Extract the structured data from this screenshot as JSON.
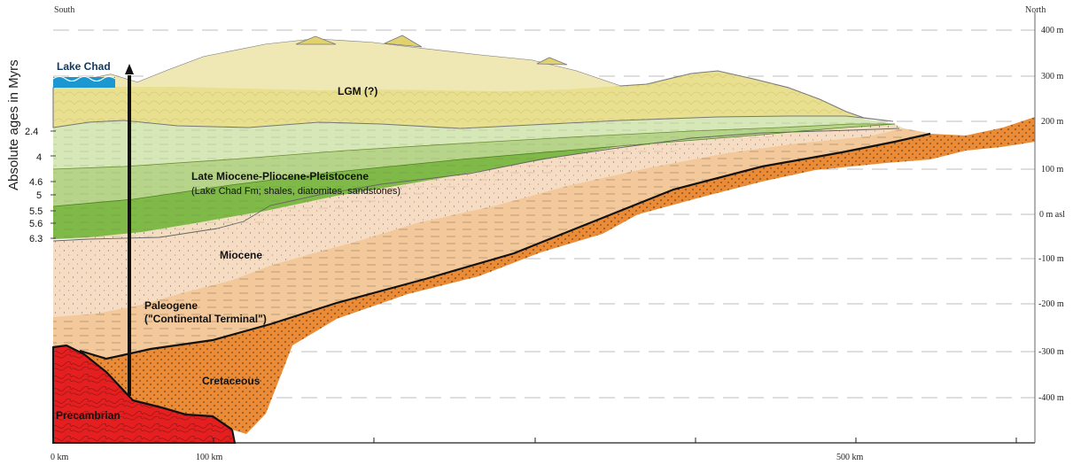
{
  "header": {
    "left_label": "South",
    "right_label": "North"
  },
  "y_axis_title": "Absolute ages in Myrs",
  "age_ticks": [
    "2.4",
    "4",
    "4.6",
    "5",
    "5.5",
    "5.6",
    "6.3"
  ],
  "elevation_ticks": [
    "400 m",
    "300 m",
    "200 m",
    "100 m",
    "0 m asl",
    "-100 m",
    "-200 m",
    "-300 m",
    "-400 m"
  ],
  "distance_ticks": [
    "0 km",
    "100 km",
    "500 km"
  ],
  "layer_labels": {
    "lake": "Lake Chad",
    "lgm": "LGM (?)",
    "plio_title": "Late Miocene-Pliocene-Pleistocene",
    "plio_sub": "(Lake Chad Fm; shales, diatomites, sandstones)",
    "miocene": "Miocene",
    "paleogene_title": "Paleogene",
    "paleogene_sub": "(\"Continental Terminal\")",
    "cretaceous": "Cretaceous",
    "precambrian": "Precambrian"
  },
  "colors": {
    "lgm": "#e9e08f",
    "lgm_upper": "#efe7b6",
    "plio_light": "#d6e7b8",
    "plio_mid": "#b7d58a",
    "plio_dark": "#7fb947",
    "miocene": "#f4dec2",
    "paleogene": "#f3c89a",
    "cretaceous": "#ec8b36",
    "precambrian": "#e51f1f",
    "lake": "#1b97d2",
    "grid": "#b9b9b9"
  }
}
